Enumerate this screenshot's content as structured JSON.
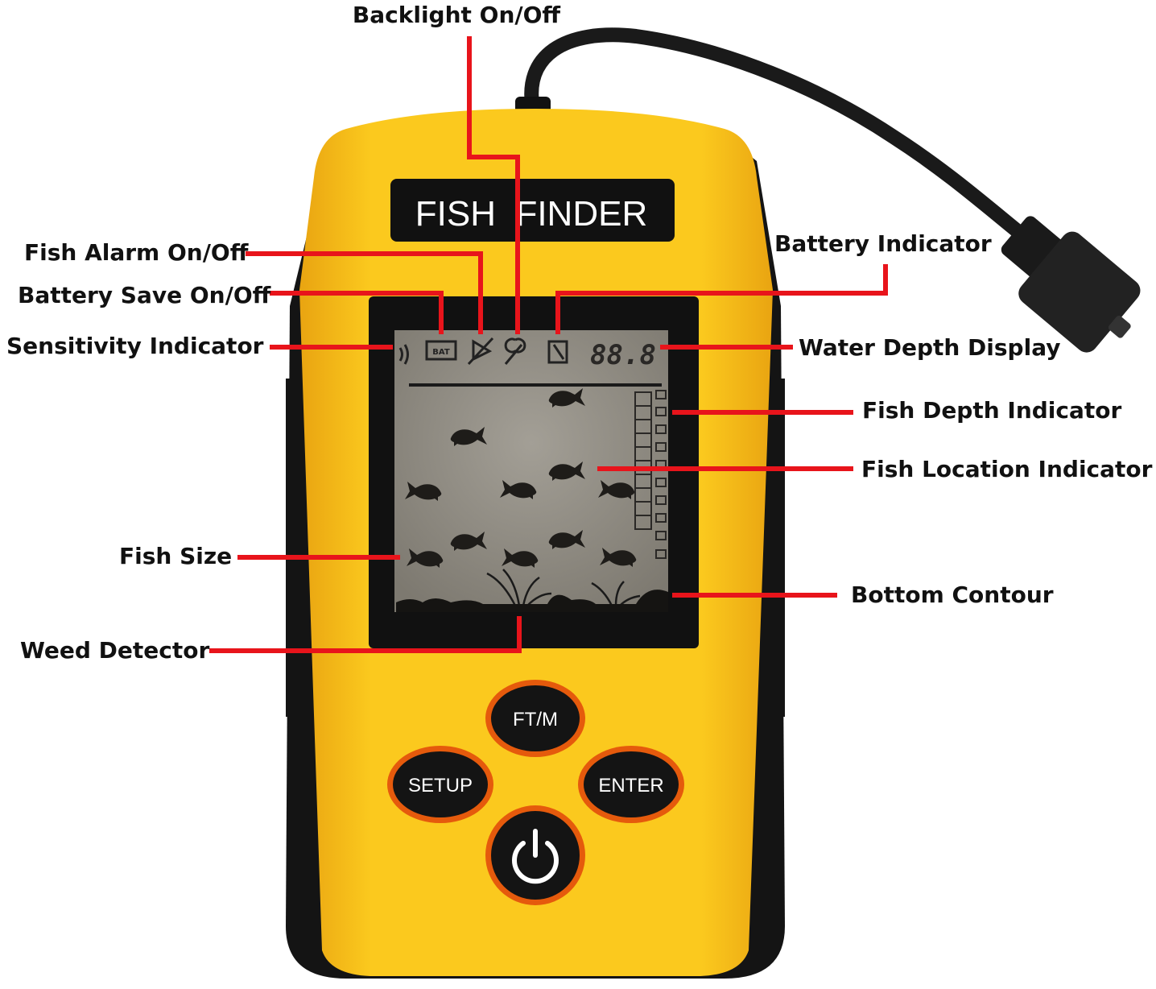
{
  "device": {
    "brand_label": "FISH  FINDER",
    "buttons": {
      "ftm": "FT/M",
      "setup": "SETUP",
      "enter": "ENTER",
      "power": "power"
    },
    "lcd": {
      "battery_icon_text": "BAT",
      "depth_readout": "88.8"
    }
  },
  "labels": {
    "backlight": "Backlight On/Off",
    "fish_alarm": "Fish Alarm On/Off",
    "battery_save": "Battery Save On/Off",
    "sensitivity": "Sensitivity Indicator",
    "battery_indicator": "Battery Indicator",
    "water_depth": "Water Depth Display",
    "fish_depth": "Fish Depth Indicator",
    "fish_location": "Fish Location Indicator",
    "fish_size": "Fish Size",
    "bottom_contour": "Bottom Contour",
    "weed_detector": "Weed Detector"
  },
  "colors": {
    "body": "#f7c21a",
    "callout": "#e8141b",
    "lcd": "#8f8b82"
  }
}
